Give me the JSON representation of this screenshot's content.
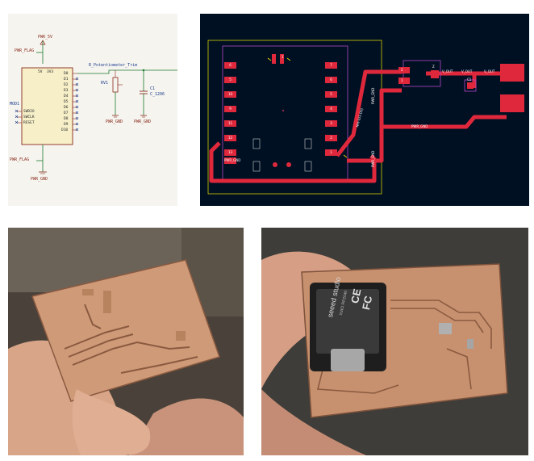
{
  "schematic": {
    "power_labels": {
      "pwr_5v": "PWR_5V",
      "pwr_flag_top": "PWR_FLAG",
      "pwr_flag_bottom": "PWR_FLAG",
      "pwr_gnd_bottom": "PWR_GND",
      "pwr_gnd_rv1": "PWR_GND",
      "pwr_gnd_c1": "PWR_GND"
    },
    "mcu": {
      "ref": "MOD1",
      "pins_right": [
        "D0",
        "D1",
        "D2",
        "D3",
        "D4",
        "D5",
        "D6",
        "D7",
        "D8",
        "D9",
        "D10"
      ],
      "pins_left": [
        "SWDIO",
        "SWCLK",
        "RESET"
      ],
      "pins_top": [
        "5V",
        "3V3"
      ]
    },
    "rv1": {
      "ref": "RV1",
      "value": "R_Potentiometer_Trim"
    },
    "c1": {
      "ref": "C1",
      "value": "C_1206"
    }
  },
  "pcb": {
    "pads_left": [
      "6",
      "5",
      "10",
      "9",
      "11",
      "12",
      "13",
      "PWR_GND"
    ],
    "pads_right": [
      "7",
      "6",
      "5",
      "4",
      "3",
      "2",
      "1"
    ],
    "connector_pads": [
      "2",
      "1"
    ],
    "net_labels": {
      "v_out_1": "V_OUT",
      "v_out_2": "V_OUT",
      "v_out_3": "V_OUT",
      "pwr_gnd_1": "PWR_GND",
      "pwr_gnd_2": "PWR_GND",
      "pwr_gnd_3": "PWR_GND",
      "net_left": "Net-(U1-D0)",
      "c1_ref": "C1",
      "z_ref": "Z",
      "silk_ref": "1"
    }
  },
  "photo2": {
    "module_brand": "seeed studio",
    "module_model": "XIAO RP2040",
    "ce_mark": "CE",
    "fc_mark": "FC"
  },
  "colors": {
    "pcb_bg": "#001023",
    "copper": "#e0283c",
    "copper_board": "#c98c68",
    "schematic_wire": "#1e7a2e",
    "schematic_symbol": "#8a2a1a",
    "courtyard": "#b347c6"
  }
}
